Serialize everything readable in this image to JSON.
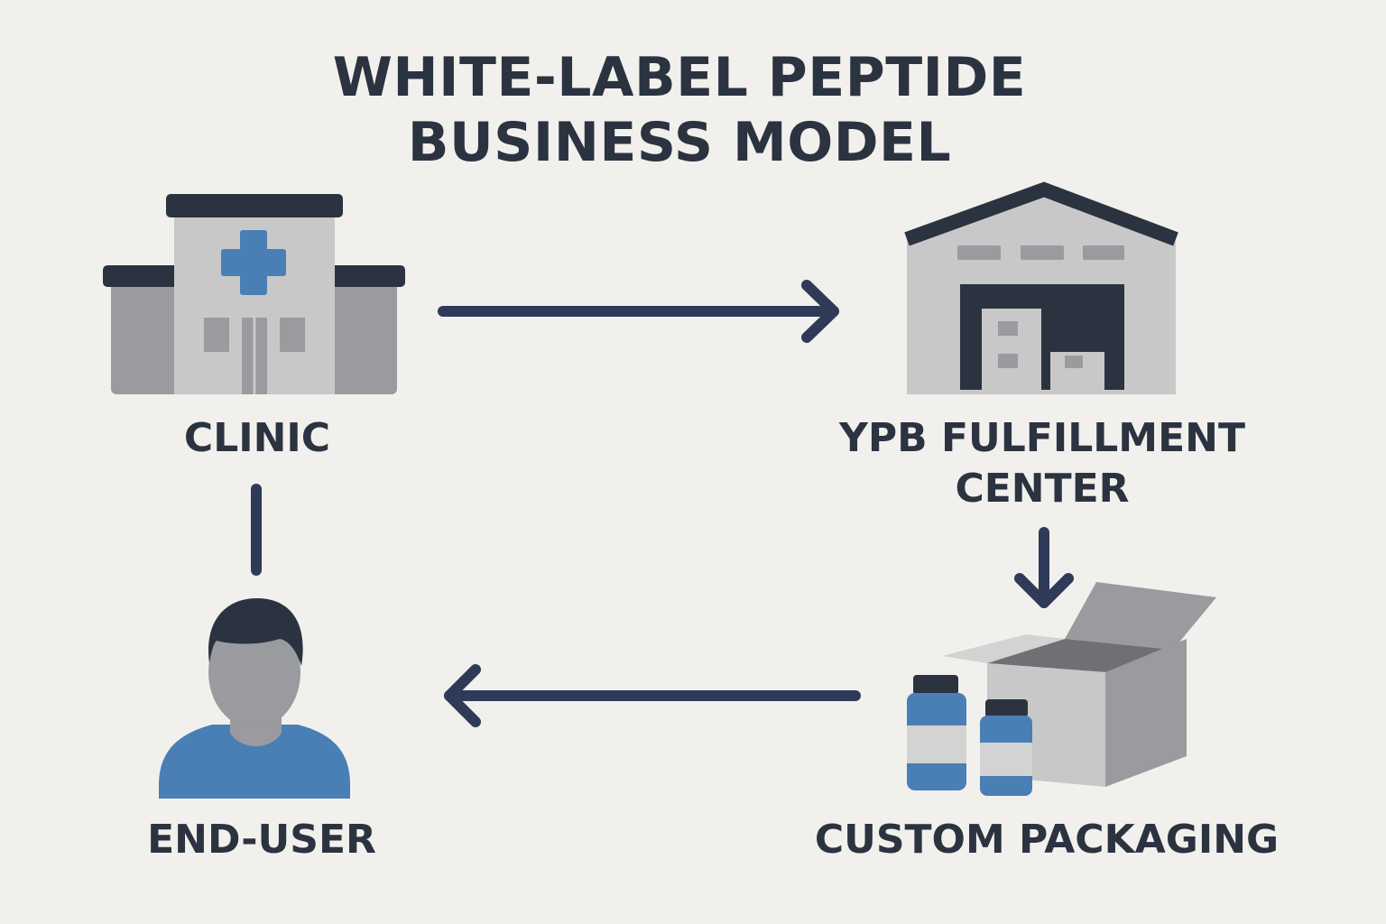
{
  "title": {
    "line1": "WHITE-LABEL PEPTIDE",
    "line2": "BUSINESS MODEL"
  },
  "nodes": {
    "clinic": {
      "label": "CLINIC",
      "icon": "hospital-icon"
    },
    "fulfillment": {
      "label_line1": "YPB FULFILLMENT",
      "label_line2": "CENTER",
      "icon": "warehouse-icon"
    },
    "packaging": {
      "label": "CUSTOM PACKAGING",
      "icon": "box-and-vials-icon"
    },
    "end_user": {
      "label": "END-USER",
      "icon": "person-icon"
    }
  },
  "colors": {
    "background": "#f2f0ed",
    "text": "#2b3340",
    "arrow": "#2f3a58",
    "accent_blue": "#4a7fb5",
    "light_gray": "#c8c8c8",
    "mid_gray": "#9a9b9e",
    "dark": "#2b3340"
  }
}
